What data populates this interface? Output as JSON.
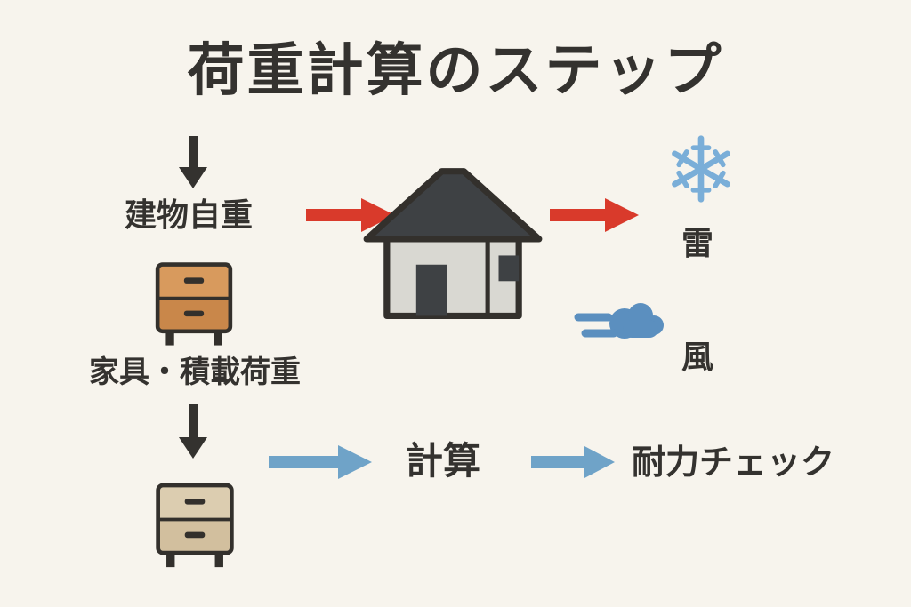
{
  "diagram": {
    "title": "荷重計算のステップ",
    "labels": {
      "building_weight": "建物自重",
      "furniture_load": "家具・積載荷重",
      "snow_load": "雷",
      "wind_load": "風",
      "calculation": "計算",
      "strength_check": "耐力チェック"
    },
    "icons": {
      "down_arrow": "↓",
      "right_arrow": "→",
      "snowflake": "❄",
      "wind_cloud": "cloud-with-wind-tails",
      "house": "gable-roof-house",
      "chest": "two-drawer-chest"
    },
    "colors": {
      "background": "#f7f4ed",
      "text": "#34322f",
      "red_arrow": "#d93a2b",
      "blue_arrow": "#6fa3c8",
      "snowflake": "#7aaed8",
      "cloud": "#5b8fbf",
      "house_roof": "#3e4144",
      "house_wall": "#d9d8d2",
      "chest1_top": "#d89a5d",
      "chest1_bottom": "#c9874a",
      "chest2_top": "#dccdb0",
      "chest2_bottom": "#d2bf9e",
      "outline": "#33302c"
    }
  }
}
